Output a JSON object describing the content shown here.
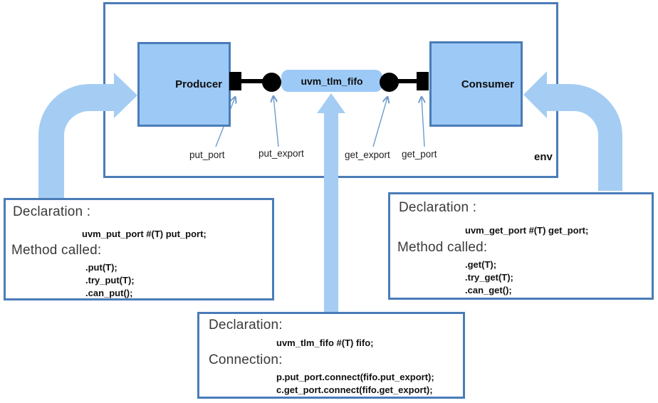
{
  "diagram": {
    "env_label": "env",
    "producer_label": "Producer",
    "consumer_label": "Consumer",
    "fifo_label": "uvm_tlm_fifo",
    "labels": {
      "put_port": "put_port",
      "put_export": "put_export",
      "get_export": "get_export",
      "get_port": "get_port"
    }
  },
  "callouts": {
    "producer_port": {
      "declaration_heading": "Declaration :",
      "declaration": "uvm_put_port #(T) put_port;",
      "methods_heading": "Method called:",
      "methods": [
        ".put(T);",
        ".try_put(T);",
        ".can_put();"
      ]
    },
    "consumer_port": {
      "declaration_heading": "Declaration :",
      "declaration": "uvm_get_port #(T) get_port;",
      "methods_heading": "Method called:",
      "methods": [
        ".get(T);",
        ".try_get(T);",
        ".can_get();"
      ]
    },
    "fifo": {
      "declaration_heading": "Declaration:",
      "declaration": "uvm_tlm_fifo #(T) fifo;",
      "connection_heading": "Connection:",
      "connections": [
        "p.put_port.connect(fifo.put_export);",
        "c.get_port.connect(fifo.get_export);"
      ]
    }
  },
  "colors": {
    "component_fill": "#9CC9F6",
    "big_arrow_fill": "#A5CDF3",
    "border_steel_blue": "#4A7CB8",
    "thin_arrow_blue": "#6F9BCB",
    "connector_black": "#000000",
    "heading_text": "#3a3a3a",
    "code_text": "#111111"
  }
}
